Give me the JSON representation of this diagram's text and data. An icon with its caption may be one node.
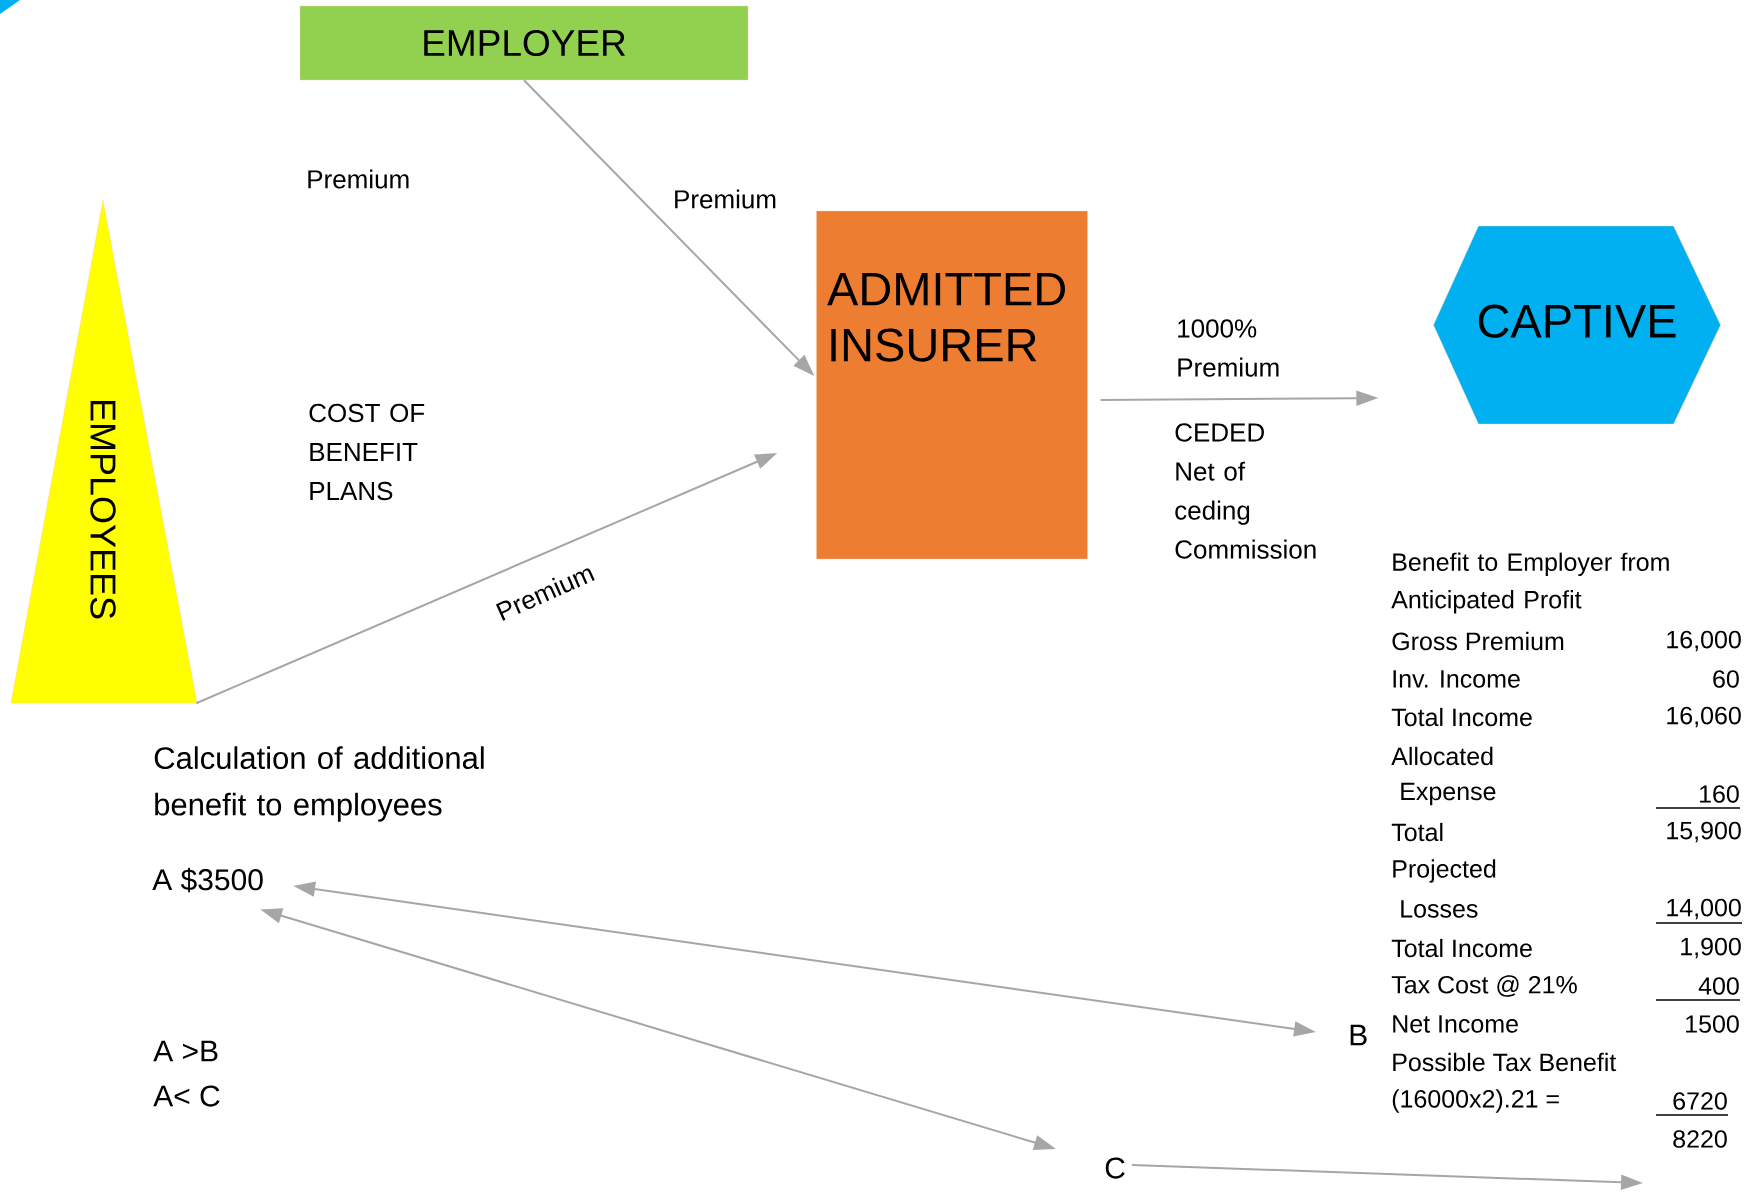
{
  "diagram": {
    "nodes": [
      {
        "text": [
          "EMPLOYER"
        ]
      },
      {
        "text": [
          "EMPLOYEES"
        ]
      },
      {
        "text": [
          "ADMITTED INSURER"
        ]
      },
      {
        "text": [
          "CAPTIVE"
        ]
      },
      {
        "text": [
          "A $3500"
        ]
      },
      {
        "text": [
          "B"
        ]
      },
      {
        "text": [
          "C"
        ]
      }
    ],
    "edges": [
      {
        "from": 0,
        "to": 2,
        "arrow": "to",
        "label": "Premium"
      },
      {
        "from": 1,
        "to": 2,
        "arrow": "to",
        "label": "Premium"
      },
      {
        "from": 2,
        "to": 3,
        "arrow": "to",
        "label": "1000% Premium"
      },
      {
        "from": 4,
        "to": 5,
        "arrow": "both"
      },
      {
        "from": 4,
        "to": 6,
        "arrow": "both"
      },
      {
        "from": 6,
        "to": null,
        "arrow": "to"
      }
    ],
    "labels": [
      "Premium",
      "COST OF BENEFIT PLANS",
      "Calculation of additional benefit to employees",
      "A >B",
      "A< C",
      "CEDED Net of ceding Commission",
      "Benefit to Employer from Anticipated Profit",
      "Gross Premium",
      "16,000",
      "Inv. Income",
      "60",
      "Total Income",
      "16,060",
      "Allocated",
      "Expense",
      "160",
      "Total",
      "15,900",
      "Projected",
      "Losses",
      "14,000",
      "Total Income",
      "1,900",
      "Tax Cost @ 21%",
      "400",
      "Net Income",
      "1500",
      "Possible Tax Benefit",
      "(16000x2).21 =",
      "6720",
      "8220"
    ]
  }
}
